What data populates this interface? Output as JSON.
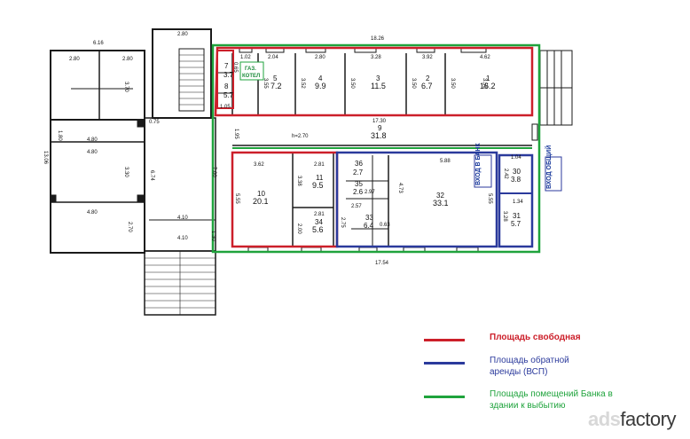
{
  "colors": {
    "free_area": "#cc1f2a",
    "leaseback_area": "#2b3a9c",
    "bank_area": "#1fa33c",
    "wall": "#1a1a1a",
    "legend_red_text": "#cc1f2a",
    "legend_blue_text": "#2b3a9c",
    "legend_green_text": "#1fa33c"
  },
  "dimensions": {
    "d_616": "6.16",
    "d_280_top": "2.80",
    "d_1826": "18.26",
    "d_1306": "13.06",
    "d_280_a": "2.80",
    "d_280_b": "2.80",
    "d_370": "3.70",
    "d_480_a": "4.80",
    "d_480_b": "4.80",
    "d_480_c": "4.80",
    "d_180": "1.80",
    "d_330": "3.30",
    "d_674": "6.74",
    "d_270": "2.70",
    "d_075": "0.75",
    "d_700": "7.00",
    "d_410_a": "4.10",
    "d_410_b": "4.10",
    "d_130": "1.30",
    "d_1754": "17.54",
    "d_1730": "17.30",
    "h_270": "h=2.70",
    "d_588": "5.88",
    "d_555_a": "5.55",
    "d_555_b": "5.55",
    "d_473": "4.73",
    "d_102": "1.02",
    "d_204": "2.04",
    "d_328": "3.28",
    "d_392": "3.92",
    "d_462": "4.62",
    "d_280_c": "2.80",
    "d_350_a": "3.50",
    "d_350_b": "3.50",
    "d_350_c": "3.50",
    "d_350_d": "3.50",
    "d_352": "3.52",
    "d_355": "3.55",
    "d_362": "3.62",
    "d_281_a": "2.81",
    "d_281_b": "2.81",
    "d_338": "3.38",
    "d_200": "2.00",
    "d_257": "2.57",
    "d_275": "2.75",
    "d_297": "2.97",
    "d_063": "0.63",
    "d_242": "2.42",
    "d_328_b": "3.28",
    "d_134": "1.34",
    "d_104": "1.04",
    "d_065": "0.65",
    "d_195": "1.95",
    "d_105": "1.05"
  },
  "rooms": [
    {
      "num": "7",
      "area": "3.7"
    },
    {
      "num": "8",
      "area": "5.7"
    },
    {
      "num": "5",
      "area": "7.2"
    },
    {
      "num": "4",
      "area": "9.9"
    },
    {
      "num": "3",
      "area": "11.5"
    },
    {
      "num": "2",
      "area": "6.7"
    },
    {
      "num": "1",
      "area": "16.2"
    },
    {
      "num": "9",
      "area": "31.8"
    },
    {
      "num": "10",
      "area": "20.1"
    },
    {
      "num": "11",
      "area": "9.5"
    },
    {
      "num": "34",
      "area": "5.6"
    },
    {
      "num": "36",
      "area": "2.7"
    },
    {
      "num": "35",
      "area": "2.6"
    },
    {
      "num": "33",
      "area": "6.4"
    },
    {
      "num": "32",
      "area": "33.1"
    },
    {
      "num": "30",
      "area": "3.8"
    },
    {
      "num": "31",
      "area": "5.7"
    }
  ],
  "labels": {
    "gas_line1": "ГАЗ.",
    "gas_line2": "КОТЕЛ",
    "entrance_bank": "ВХОД В БАНК",
    "entrance_common": "ВХОД ОБЩИЙ"
  },
  "legend": [
    {
      "color": "#cc1f2a",
      "text": "Площадь  свободная"
    },
    {
      "color": "#2b3a9c",
      "text": "Площадь обратной аренды (ВСП)"
    },
    {
      "color": "#1fa33c",
      "text": "Площадь помещений Банка в здании к выбытию"
    }
  ],
  "watermark": {
    "ads": "ads",
    "factory": "factory"
  }
}
